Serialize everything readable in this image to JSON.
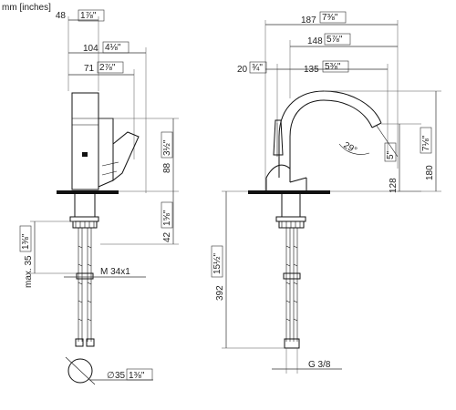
{
  "units_label": "mm [inches]",
  "dims": {
    "front_top_width": "48",
    "front_top_width_in": "1⅞\"",
    "front_lever_reach": "104",
    "front_lever_reach_in": "4⅛\"",
    "front_lever_offset": "71",
    "front_lever_offset_in": "2⅞\"",
    "front_body_height": "88",
    "front_body_height_in": "3½\"",
    "front_deck_height": "42",
    "front_deck_height_in": "1⅝\"",
    "max_deck_thickness": "max. 35",
    "max_deck_thickness_in": "1⅜\"",
    "thread_mount": "M 34x1",
    "hole_diameter": "35",
    "hole_diameter_in": "1⅜\"",
    "side_total_reach": "187",
    "side_total_reach_in": "7⅜\"",
    "side_spout_reach": "148",
    "side_spout_reach_in": "5⅞\"",
    "side_spout_inner": "135",
    "side_spout_inner_in": "5⅜\"",
    "side_lever_width": "20",
    "side_lever_width_in": "¾\"",
    "spout_angle": "29°",
    "side_outlet_height": "128",
    "side_outlet_height_in": "5\"",
    "side_total_height": "180",
    "side_total_height_in": "7⅛\"",
    "hose_length": "392",
    "hose_length_in": "15½\"",
    "hose_connection": "G 3/8"
  }
}
